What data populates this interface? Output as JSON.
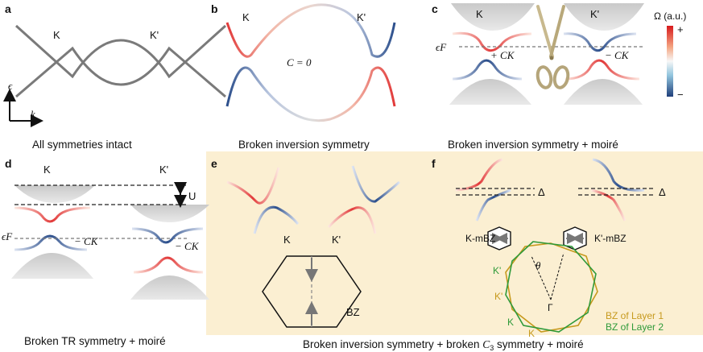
{
  "panels": {
    "a": {
      "letter": "a",
      "caption": "All symmetries intact",
      "valley_left": "K",
      "valley_right": "K'",
      "energy_axis": "ϵ",
      "momentum_axis": "k"
    },
    "b": {
      "letter": "b",
      "caption": "Broken inversion symmetry",
      "valley_left": "K",
      "valley_right": "K'",
      "chern_label": "C = 0"
    },
    "c": {
      "letter": "c",
      "caption": "Broken inversion symmetry + moiré",
      "valley_left": "K",
      "valley_right": "K'",
      "fermi_label": "ϵF",
      "chern_left": "+ CK",
      "chern_right": "− CK",
      "colorbar_title": "Ω (a.u.)",
      "colorbar_max": "+",
      "colorbar_min": "−"
    },
    "d": {
      "letter": "d",
      "caption": "Broken TR symmetry + moiré",
      "valley_left": "K",
      "valley_right": "K'",
      "shift_label": "U",
      "fermi_label": "ϵF",
      "chern_left": "− CK",
      "chern_right": "− CK"
    },
    "e": {
      "letter": "e",
      "valley_left": "K",
      "valley_right": "K'",
      "bz_label": "BZ"
    },
    "f": {
      "letter": "f",
      "gap_left": "Δ",
      "gap_right": "Δ",
      "mbz_left": "K-mBZ",
      "mbz_right": "K'-mBZ",
      "angle": "θ",
      "gamma": "Γ",
      "layer1": "BZ of Layer 1",
      "layer2": "BZ of Layer 2",
      "corner_labels": [
        "K'",
        "K'",
        "K",
        "K"
      ]
    },
    "ef_caption_pre": "Broken inversion symmetry + broken ",
    "ef_caption_c3": "C",
    "ef_caption_sub": "3",
    "ef_caption_post": " symmetry + moiré"
  },
  "colors": {
    "positive": "#e23a3a",
    "negative": "#2c4f8c",
    "neutral": "#d8d8d8",
    "band_gray": "#7a7a7a",
    "highlight_bg": "#fbefd2",
    "layer1": "#c79a1e",
    "layer2": "#2f9a3a"
  }
}
